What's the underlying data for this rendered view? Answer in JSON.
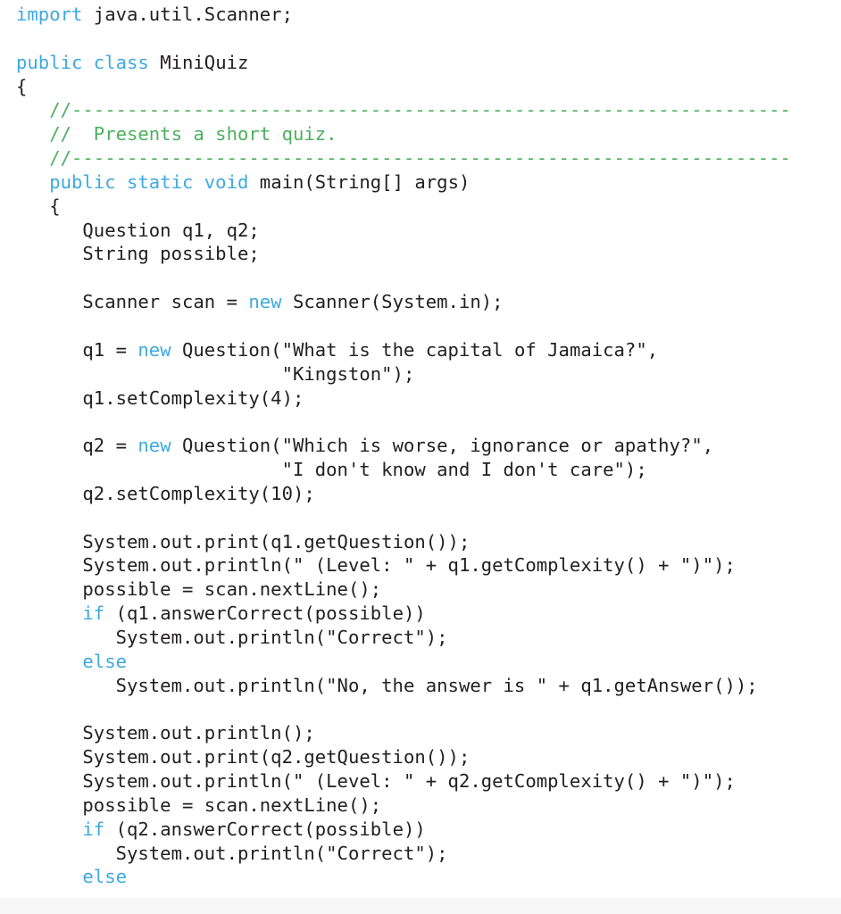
{
  "colors": {
    "keyword": "#3fa9e0",
    "comment": "#4cb05e",
    "text": "#231f20",
    "background": "#ffffff",
    "footer_strip": "#f7f7f7"
  },
  "code": {
    "language": "java",
    "lines": [
      [
        {
          "t": "kw",
          "v": "import"
        },
        {
          "t": "txt",
          "v": " java.util.Scanner;"
        }
      ],
      [],
      [
        {
          "t": "kw",
          "v": "public class"
        },
        {
          "t": "txt",
          "v": " MiniQuiz"
        }
      ],
      [
        {
          "t": "txt",
          "v": "{"
        }
      ],
      [
        {
          "t": "cm",
          "v": "   //-----------------------------------------------------------------"
        }
      ],
      [
        {
          "t": "cm",
          "v": "   //  Presents a short quiz."
        }
      ],
      [
        {
          "t": "cm",
          "v": "   //-----------------------------------------------------------------"
        }
      ],
      [
        {
          "t": "txt",
          "v": "   "
        },
        {
          "t": "kw",
          "v": "public static void"
        },
        {
          "t": "txt",
          "v": " main(String[] args)"
        }
      ],
      [
        {
          "t": "txt",
          "v": "   {"
        }
      ],
      [
        {
          "t": "txt",
          "v": "      Question q1, q2;"
        }
      ],
      [
        {
          "t": "txt",
          "v": "      String possible;"
        }
      ],
      [],
      [
        {
          "t": "txt",
          "v": "      Scanner scan = "
        },
        {
          "t": "kw",
          "v": "new"
        },
        {
          "t": "txt",
          "v": " Scanner(System.in);"
        }
      ],
      [],
      [
        {
          "t": "txt",
          "v": "      q1 = "
        },
        {
          "t": "kw",
          "v": "new"
        },
        {
          "t": "txt",
          "v": " Question(\"What is the capital of Jamaica?\","
        }
      ],
      [
        {
          "t": "txt",
          "v": "                        \"Kingston\");"
        }
      ],
      [
        {
          "t": "txt",
          "v": "      q1.setComplexity(4);"
        }
      ],
      [],
      [
        {
          "t": "txt",
          "v": "      q2 = "
        },
        {
          "t": "kw",
          "v": "new"
        },
        {
          "t": "txt",
          "v": " Question(\"Which is worse, ignorance or apathy?\","
        }
      ],
      [
        {
          "t": "txt",
          "v": "                        \"I don't know and I don't care\");"
        }
      ],
      [
        {
          "t": "txt",
          "v": "      q2.setComplexity(10);"
        }
      ],
      [],
      [
        {
          "t": "txt",
          "v": "      System.out.print(q1.getQuestion());"
        }
      ],
      [
        {
          "t": "txt",
          "v": "      System.out.println(\" (Level: \" + q1.getComplexity() + \")\");"
        }
      ],
      [
        {
          "t": "txt",
          "v": "      possible = scan.nextLine();"
        }
      ],
      [
        {
          "t": "txt",
          "v": "      "
        },
        {
          "t": "kw",
          "v": "if"
        },
        {
          "t": "txt",
          "v": " (q1.answerCorrect(possible))"
        }
      ],
      [
        {
          "t": "txt",
          "v": "         System.out.println(\"Correct\");"
        }
      ],
      [
        {
          "t": "txt",
          "v": "      "
        },
        {
          "t": "kw",
          "v": "else"
        }
      ],
      [
        {
          "t": "txt",
          "v": "         System.out.println(\"No, the answer is \" + q1.getAnswer());"
        }
      ],
      [],
      [
        {
          "t": "txt",
          "v": "      System.out.println();"
        }
      ],
      [
        {
          "t": "txt",
          "v": "      System.out.print(q2.getQuestion());"
        }
      ],
      [
        {
          "t": "txt",
          "v": "      System.out.println(\" (Level: \" + q2.getComplexity() + \")\");"
        }
      ],
      [
        {
          "t": "txt",
          "v": "      possible = scan.nextLine();"
        }
      ],
      [
        {
          "t": "txt",
          "v": "      "
        },
        {
          "t": "kw",
          "v": "if"
        },
        {
          "t": "txt",
          "v": " (q2.answerCorrect(possible))"
        }
      ],
      [
        {
          "t": "txt",
          "v": "         System.out.println(\"Correct\");"
        }
      ],
      [
        {
          "t": "txt",
          "v": "      "
        },
        {
          "t": "kw",
          "v": "else"
        }
      ]
    ]
  }
}
